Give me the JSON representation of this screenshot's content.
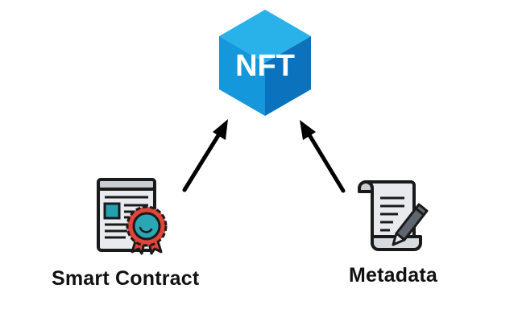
{
  "nft": {
    "text": "NFT",
    "color_light": "#1ea7e6",
    "color_mid": "#0d8fd8",
    "color_dark": "#0b6fb8"
  },
  "nodes": [
    {
      "id": "smart-contract",
      "label": "Smart Contract",
      "icon": "certificate-document-icon"
    },
    {
      "id": "metadata",
      "label": "Metadata",
      "icon": "scroll-with-pen-icon"
    }
  ],
  "edges": [
    {
      "from": "Smart Contract",
      "to": "NFT"
    },
    {
      "from": "Metadata",
      "to": "NFT"
    }
  ],
  "colors": {
    "arrow": "#000000",
    "seal": "#e0453a",
    "seal_inner": "#2aa6b5",
    "doc_accent": "#25a0b0",
    "paper": "#e8eaed",
    "outline": "#1a1a1a"
  }
}
